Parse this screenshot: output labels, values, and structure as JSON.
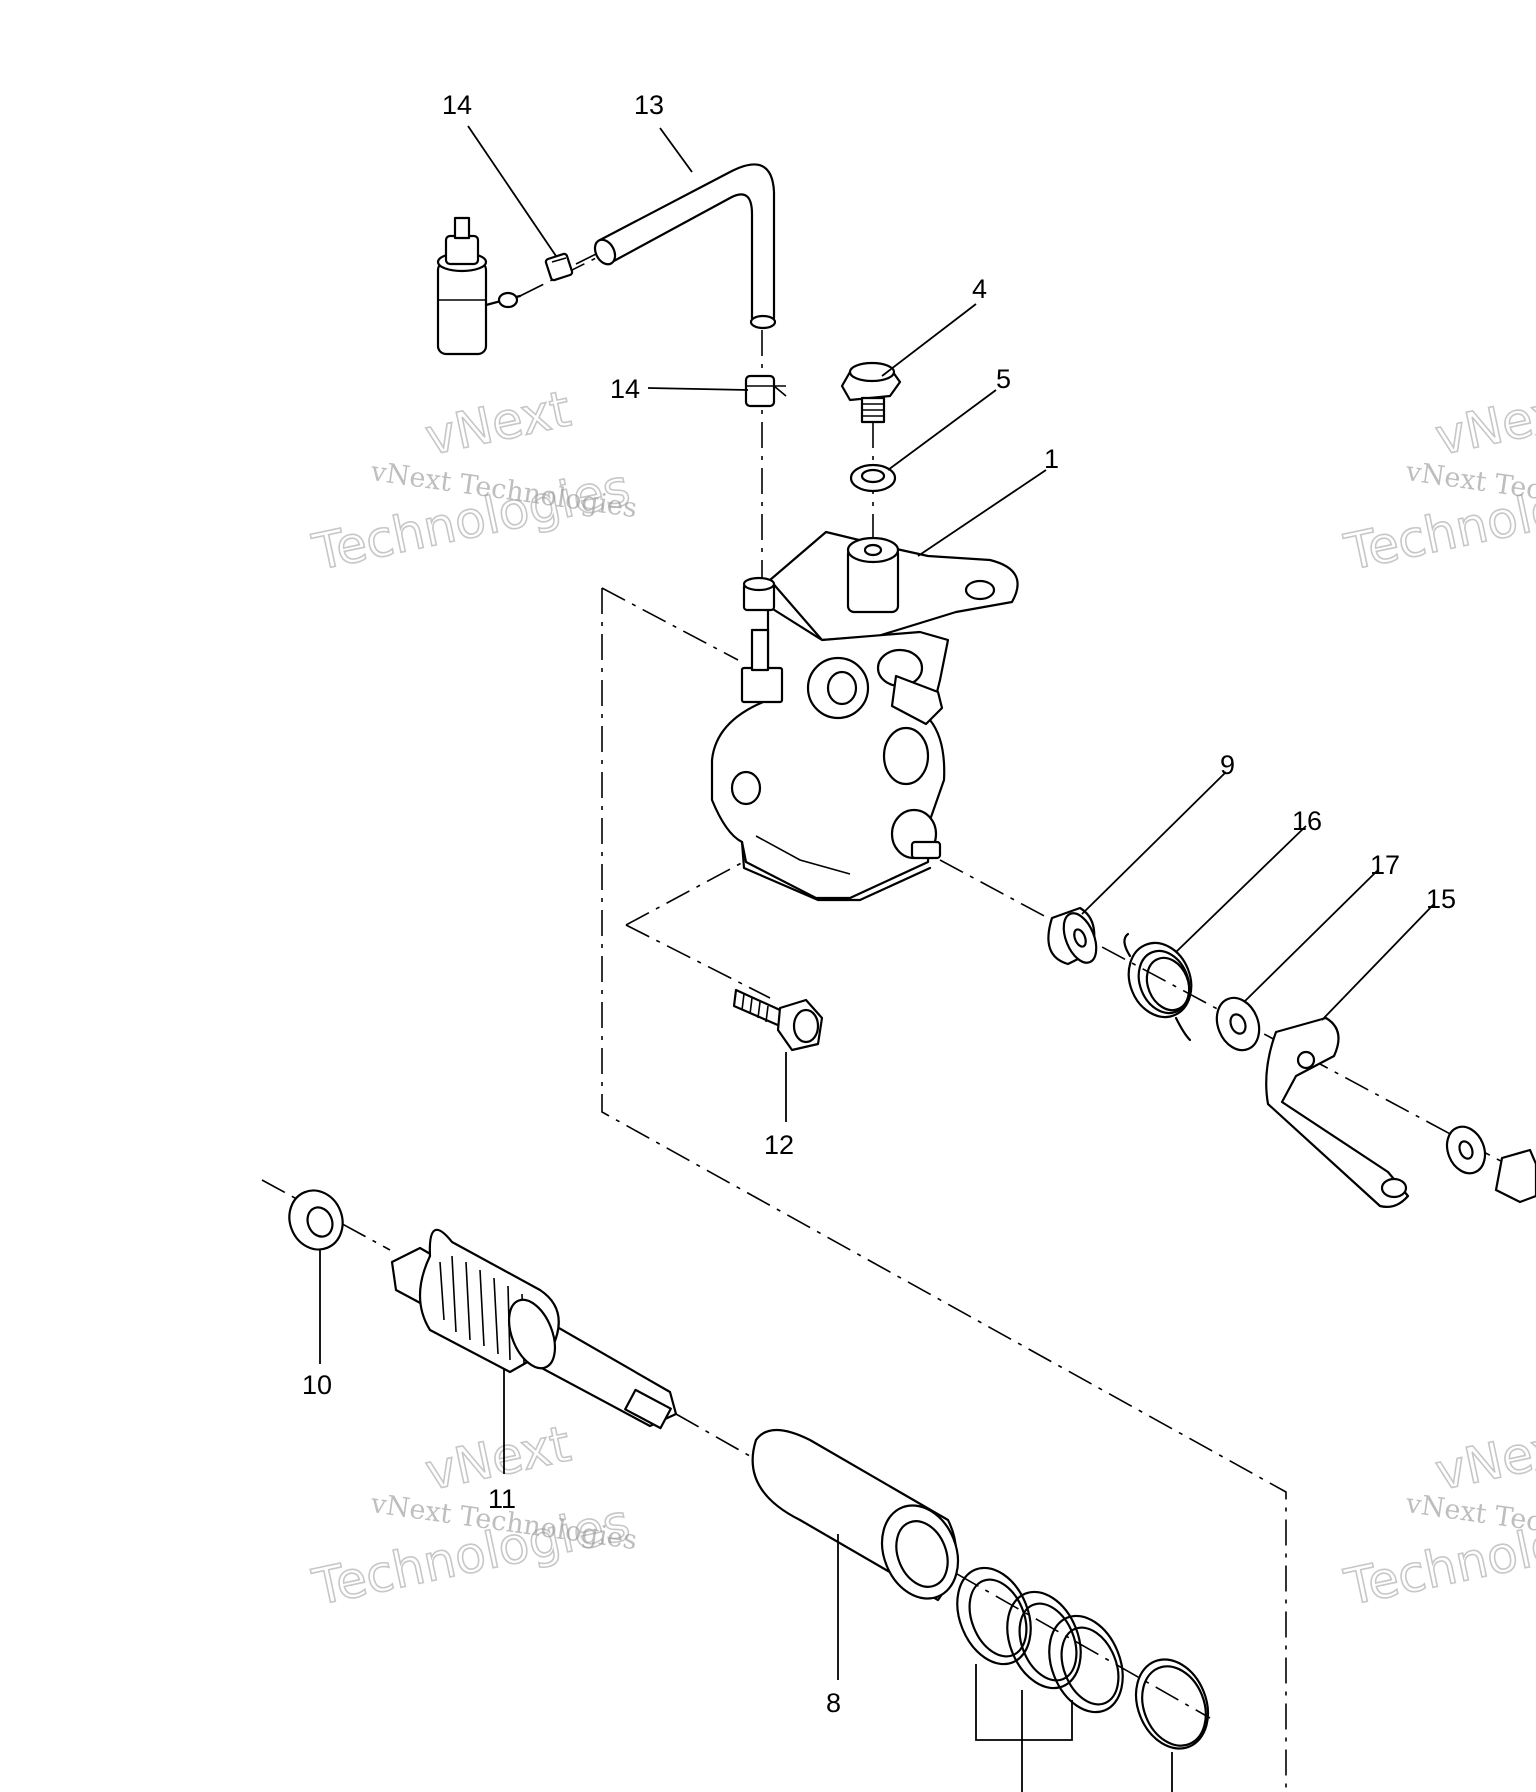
{
  "watermark": {
    "brand": "vNext",
    "line1": "vNext Technologies",
    "line2": "Technologies"
  },
  "callouts": [
    {
      "id": "c14a",
      "text": "14"
    },
    {
      "id": "c13",
      "text": "13"
    },
    {
      "id": "c4",
      "text": "4"
    },
    {
      "id": "c5",
      "text": "5"
    },
    {
      "id": "c14b",
      "text": "14"
    },
    {
      "id": "c1",
      "text": "1"
    },
    {
      "id": "c9",
      "text": "9"
    },
    {
      "id": "c16",
      "text": "16"
    },
    {
      "id": "c17",
      "text": "17"
    },
    {
      "id": "c15",
      "text": "15"
    },
    {
      "id": "c12",
      "text": "12"
    },
    {
      "id": "c10",
      "text": "10"
    },
    {
      "id": "c11",
      "text": "11"
    },
    {
      "id": "c8",
      "text": "8"
    }
  ]
}
